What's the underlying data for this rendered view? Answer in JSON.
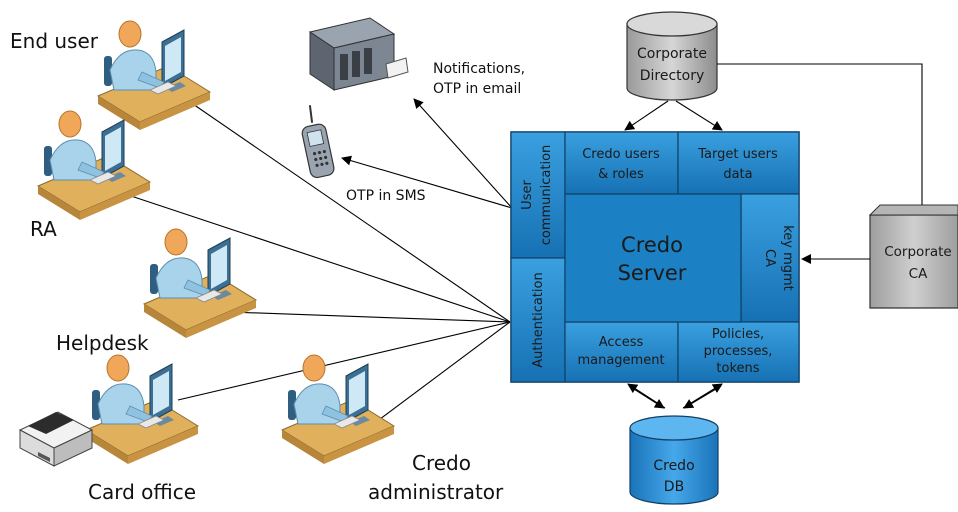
{
  "actors": {
    "end_user": "End user",
    "ra": "RA",
    "helpdesk": "Helpdesk",
    "card_office": "Card office",
    "credo_admin_line1": "Credo",
    "credo_admin_line2": "administrator"
  },
  "channels": {
    "email_line1": "Notifications,",
    "email_line2": "OTP in email",
    "sms": "OTP in SMS"
  },
  "server": {
    "user_comm_line1": "User",
    "user_comm_line2": "communication",
    "authentication": "Authentication",
    "credo_users_line1": "Credo users",
    "credo_users_line2": "& roles",
    "target_users_line1": "Target users",
    "target_users_line2": "data",
    "core_line1": "Credo",
    "core_line2": "Server",
    "ca_line1": "CA",
    "ca_line2": "key mgmt",
    "access_line1": "Access",
    "access_line2": "management",
    "policies_line1": "Policies,",
    "policies_line2": "processes,",
    "policies_line3": "tokens"
  },
  "external": {
    "directory_line1": "Corporate",
    "directory_line2": "Directory",
    "corp_ca_line1": "Corporate",
    "corp_ca_line2": "CA",
    "db_line1": "Credo",
    "db_line2": "DB"
  },
  "colors": {
    "server_blue": "#1b80c4",
    "server_border": "#123f66",
    "cylinder_gray": "#bdbdbd",
    "db_blue": "#2a8fd6",
    "person_skin": "#f0a75a",
    "person_body": "#a9d3ea"
  }
}
